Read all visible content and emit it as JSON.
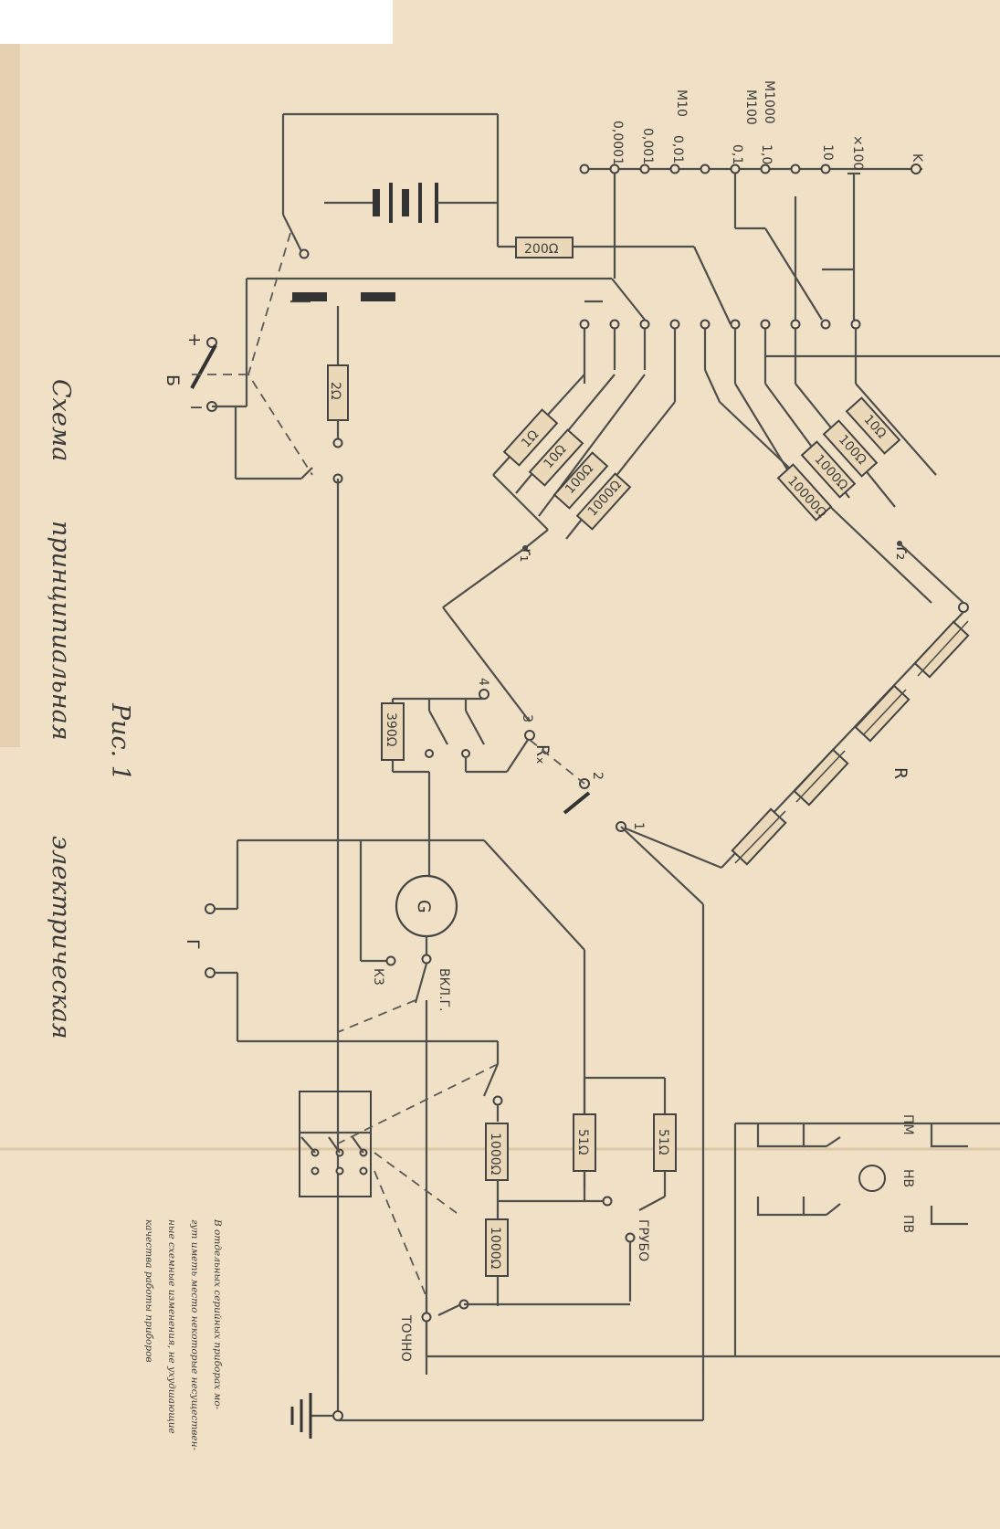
{
  "title_parts": [
    "Схема",
    "принципиальная",
    "электрическая"
  ],
  "fig_label": "Рис. 1",
  "note_lines": [
    "В отдельных серийных приборах мо-",
    "гут иметь место некоторые несуществен-",
    "ные схемные изменения, не ухудшающие",
    "качества работы приборов"
  ],
  "range_labels": [
    "K",
    "×100",
    "10",
    "1,0",
    "0,1",
    "0,01",
    "0,001",
    "0,0001"
  ],
  "multiplier_labels": [
    "M1000",
    "M100",
    "M10"
  ],
  "resistors": {
    "r200": "200Ω",
    "r2": "2Ω",
    "r390": "390Ω",
    "arm1": [
      "1Ω",
      "10Ω",
      "100Ω",
      "1000Ω"
    ],
    "arm2": [
      "10Ω",
      "100Ω",
      "1000Ω",
      "10000Ω"
    ],
    "r51a": "51Ω",
    "r51b": "51Ω",
    "r1000a": "1000Ω",
    "r1000b": "1000Ω"
  },
  "labels": {
    "battery_plus": "+",
    "battery_minus": "−",
    "battery_name": "Б",
    "r1": "r₁",
    "r2": "r₂",
    "rx": "Rₓ",
    "rheostat": "R",
    "n4": "4",
    "n3": "3",
    "n2": "2",
    "n1": "1",
    "galvanometer": "G",
    "g_terms": "Г",
    "k3": "К3",
    "vkl": "ВКЛ.Г.",
    "grubo": "ГРУБО",
    "tochno": "ТОЧНО",
    "pm": "ПМ",
    "nv": "НВ",
    "pv": "ПВ"
  }
}
